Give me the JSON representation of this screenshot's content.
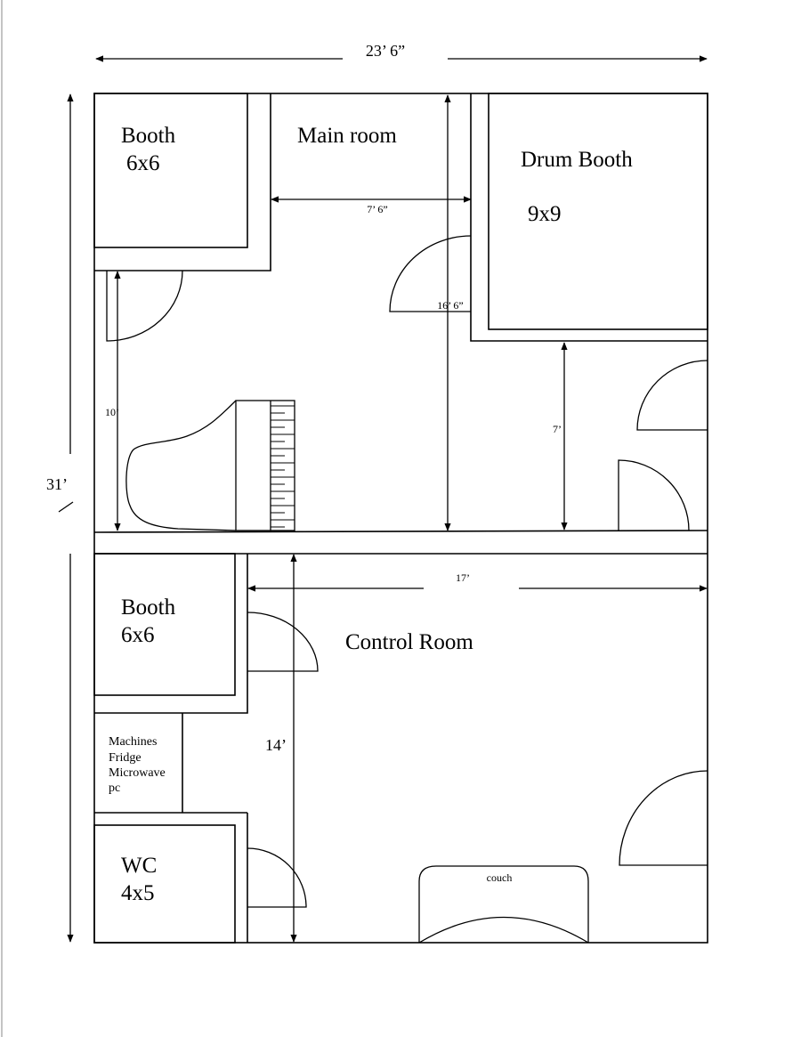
{
  "overall": {
    "width_label": "23’ 6”",
    "height_label": "31’"
  },
  "rooms": {
    "booth_top": {
      "name": "Booth",
      "size": "6x6"
    },
    "main_room": {
      "name": "Main room"
    },
    "drum_booth": {
      "name": "Drum Booth",
      "size": "9x9"
    },
    "booth_bottom": {
      "name": "Booth",
      "size": "6x6"
    },
    "control_room": {
      "name": "Control Room"
    },
    "storage": {
      "lines": [
        "Machines",
        "Fridge",
        "Microwave",
        "pc"
      ]
    },
    "wc": {
      "name": "WC",
      "size": "4x5"
    }
  },
  "dimensions": {
    "main_gap": "7’ 6”",
    "main_depth": "16’ 6”",
    "booth_side": "10’",
    "drum_side": "7’",
    "control_width": "17’",
    "control_depth": "14’"
  },
  "furniture": {
    "couch": "couch",
    "piano": "grand-piano"
  }
}
